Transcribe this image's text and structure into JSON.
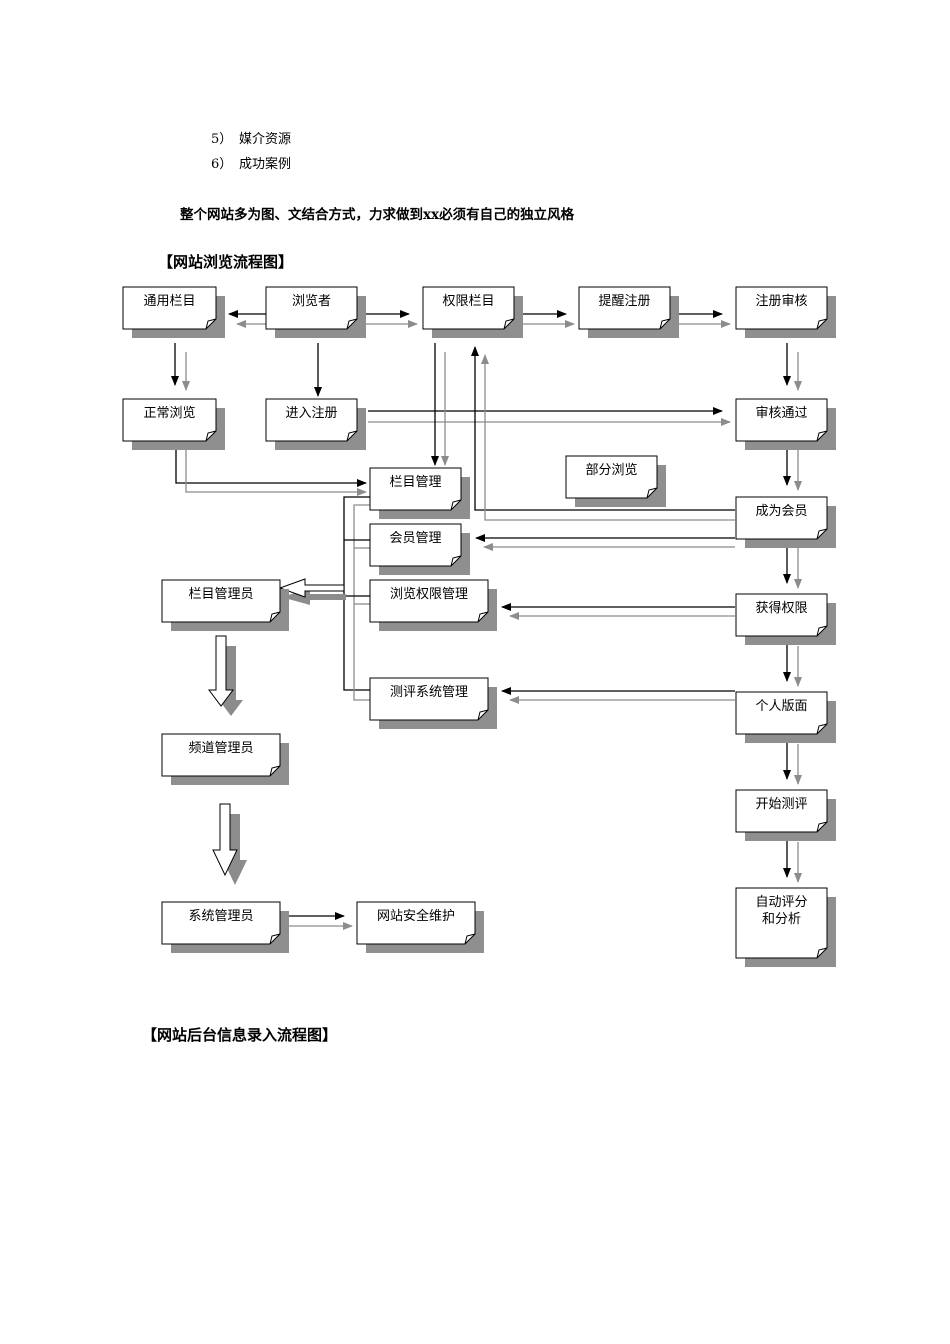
{
  "list": [
    {
      "num": "5）",
      "text": "媒介资源"
    },
    {
      "num": "6）",
      "text": "成功案例"
    }
  ],
  "summary": "整个网站多为图、文结合方式，力求做到xx必须有自己的独立风格",
  "flow_title": "【网站浏览流程图】",
  "backend_title": "【网站后台信息录入流程图】",
  "nodes": {
    "general": "通用栏目",
    "browser": "浏览者",
    "permission": "权限栏目",
    "remind": "提醒注册",
    "review": "注册审核",
    "normal": "正常浏览",
    "register": "进入注册",
    "approved": "审核通过",
    "partial": "部分浏览",
    "column_mgmt": "栏目管理",
    "member_status": "成为会员",
    "member_mgmt": "会员管理",
    "column_admin": "栏目管理员",
    "browse_perm": "浏览权限管理",
    "get_perm": "获得权限",
    "eval_mgmt": "测评系统管理",
    "personal": "个人版面",
    "channel_admin": "频道管理员",
    "start_eval": "开始测评",
    "sys_admin": "系统管理员",
    "security": "网站安全维护",
    "auto_line1": "自动评分",
    "auto_line2": "和分析"
  }
}
